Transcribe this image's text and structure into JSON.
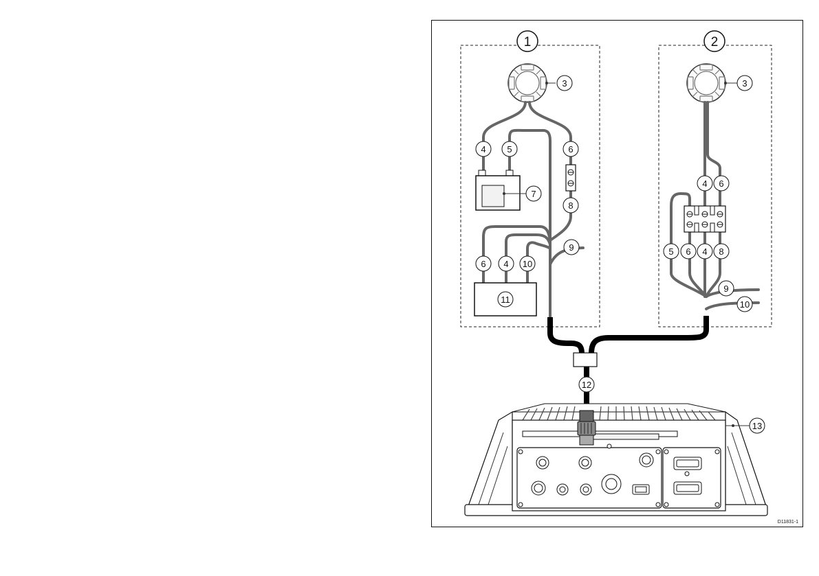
{
  "figure": {
    "reference_code": "D11831-1",
    "groups": [
      {
        "id": "group-1",
        "label": "1"
      },
      {
        "id": "group-2",
        "label": "2"
      }
    ],
    "callouts": {
      "fuel_sender_left": "3",
      "fuel_sender_right": "3",
      "wire_left_4": "4",
      "wire_left_5": "5",
      "wire_left_6": "6",
      "battery": "7",
      "wire_left_8": "8",
      "wire_left_9": "9",
      "gauge_wire_6": "6",
      "gauge_wire_4": "4",
      "gauge_wire_10": "10",
      "gauge": "11",
      "wire_right_4_top": "4",
      "wire_right_6_top": "6",
      "wire_right_5": "5",
      "wire_right_6": "6",
      "wire_right_4": "4",
      "wire_right_8": "8",
      "wire_right_9": "9",
      "wire_right_10": "10",
      "cable": "12",
      "unit": "13"
    },
    "battery_terminals": {
      "positive": "+",
      "negative": "−"
    },
    "colors": {
      "outline": "#111111",
      "wire_grey": "#666666",
      "cable_black": "#000000",
      "fill_light": "#f2f2f2"
    }
  }
}
